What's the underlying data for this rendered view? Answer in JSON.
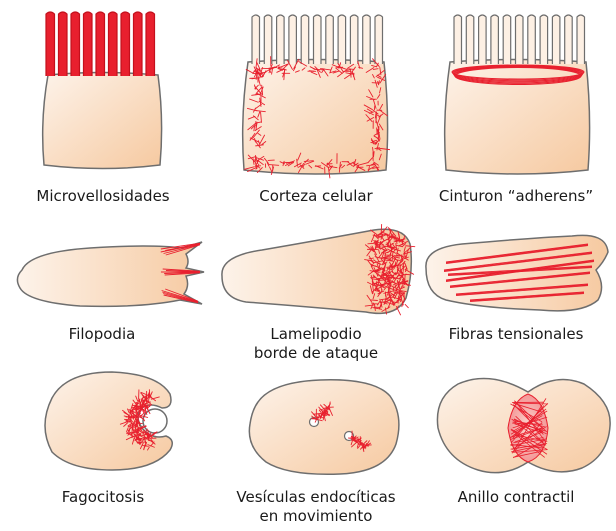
{
  "panels": [
    {
      "id": "microvellosidades",
      "label": "Microvellosidades"
    },
    {
      "id": "corteza",
      "label": "Corteza celular"
    },
    {
      "id": "cinturon",
      "label": "Cinturon “adherens”"
    },
    {
      "id": "filopodia",
      "label": "Filopodia"
    },
    {
      "id": "lamelipodio",
      "label": "Lamelipodio",
      "label2": "borde de ataque"
    },
    {
      "id": "fibras",
      "label": "Fibras tensionales"
    },
    {
      "id": "fagocitosis",
      "label": "Fagocitosis"
    },
    {
      "id": "vesiculas",
      "label": "Vesículas endocíticas",
      "label2": "en movimiento"
    },
    {
      "id": "anillo",
      "label": "Anillo contractil"
    }
  ],
  "colors": {
    "cell_fill_light": "#fdf0e4",
    "cell_fill_dark": "#f5c69c",
    "outline": "#6e6e6e",
    "actin": "#e8202e"
  }
}
